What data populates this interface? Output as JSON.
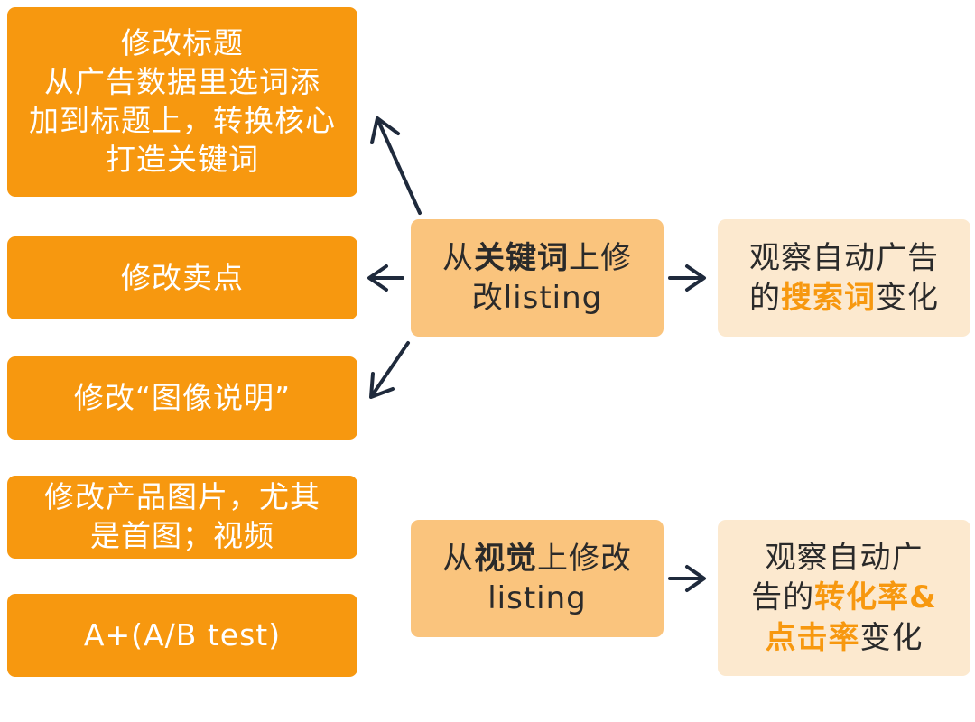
{
  "left_boxes": {
    "title_change": [
      "修改标题",
      "从广告数据里选词添",
      "加到标题上，转换核心",
      "打造关键词"
    ],
    "selling_points": "修改卖点",
    "image_desc": "修改“图像说明”",
    "product_images": [
      "修改产品图片，尤其",
      "是首图；视频"
    ],
    "aplus": "A+(A/B test)"
  },
  "center_top": {
    "l1_a": "从",
    "l1_b": "关键词",
    "l1_c": "上修",
    "l2": "改listing"
  },
  "center_bottom": {
    "l1_a": "从",
    "l1_b": "视觉",
    "l1_c": "上修改",
    "l2": "listing"
  },
  "right_top": {
    "l1": "观察自动广告",
    "l2_a": "的",
    "l2_b": "搜索词",
    "l2_c": "变化"
  },
  "right_bottom": {
    "l1": "观察自动广",
    "l2_a": "告的",
    "l2_b": "转化率&",
    "l3_a": "点击率",
    "l3_b": "变化"
  },
  "colors": {
    "orange": "#F7980F",
    "mid": "#FAC47D",
    "light": "#FCE9CF",
    "arrow": "#1F2A3C"
  }
}
